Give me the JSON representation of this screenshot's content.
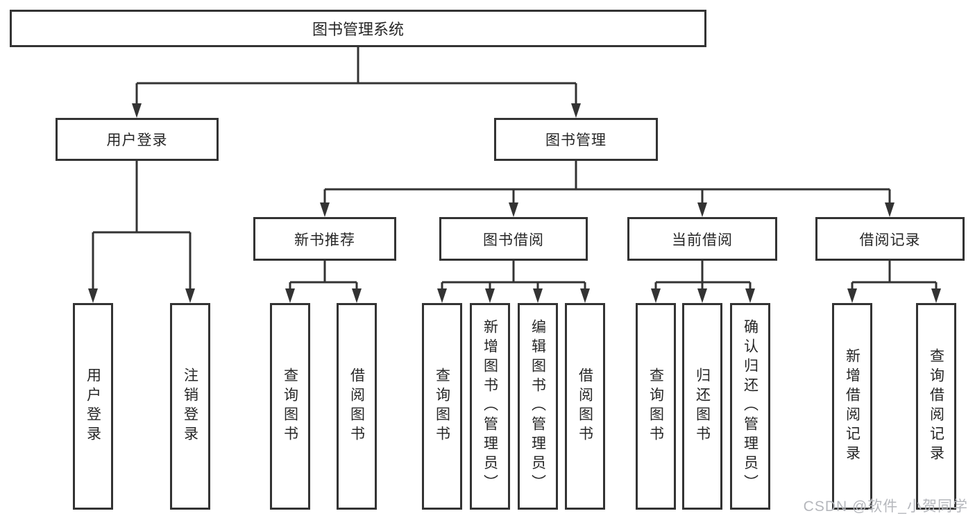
{
  "tree": {
    "root": {
      "label": "图书管理系统"
    },
    "branches": [
      {
        "label": "用户登录",
        "children": [
          {
            "label": "用户登录"
          },
          {
            "label": "注销登录"
          }
        ]
      },
      {
        "label": "图书管理",
        "sections": [
          {
            "label": "新书推荐",
            "children": [
              {
                "label": "查询图书"
              },
              {
                "label": "借阅图书"
              }
            ]
          },
          {
            "label": "图书借阅",
            "children": [
              {
                "label": "查询图书"
              },
              {
                "label": "新增图书（管理员）"
              },
              {
                "label": "编辑图书（管理员）"
              },
              {
                "label": "借阅图书"
              }
            ]
          },
          {
            "label": "当前借阅",
            "children": [
              {
                "label": "查询图书"
              },
              {
                "label": "归还图书"
              },
              {
                "label": "确认归还（管理员）"
              }
            ]
          },
          {
            "label": "借阅记录",
            "children": [
              {
                "label": "新增借阅记录"
              },
              {
                "label": "查询借阅记录"
              }
            ]
          }
        ]
      }
    ]
  },
  "watermark": {
    "text": "CSDN @软件_小贺同学"
  },
  "colors": {
    "line": "#333333",
    "box_border": "#333333",
    "text": "#262626",
    "watermark": "#b5b7bc",
    "background": "#ffffff"
  }
}
